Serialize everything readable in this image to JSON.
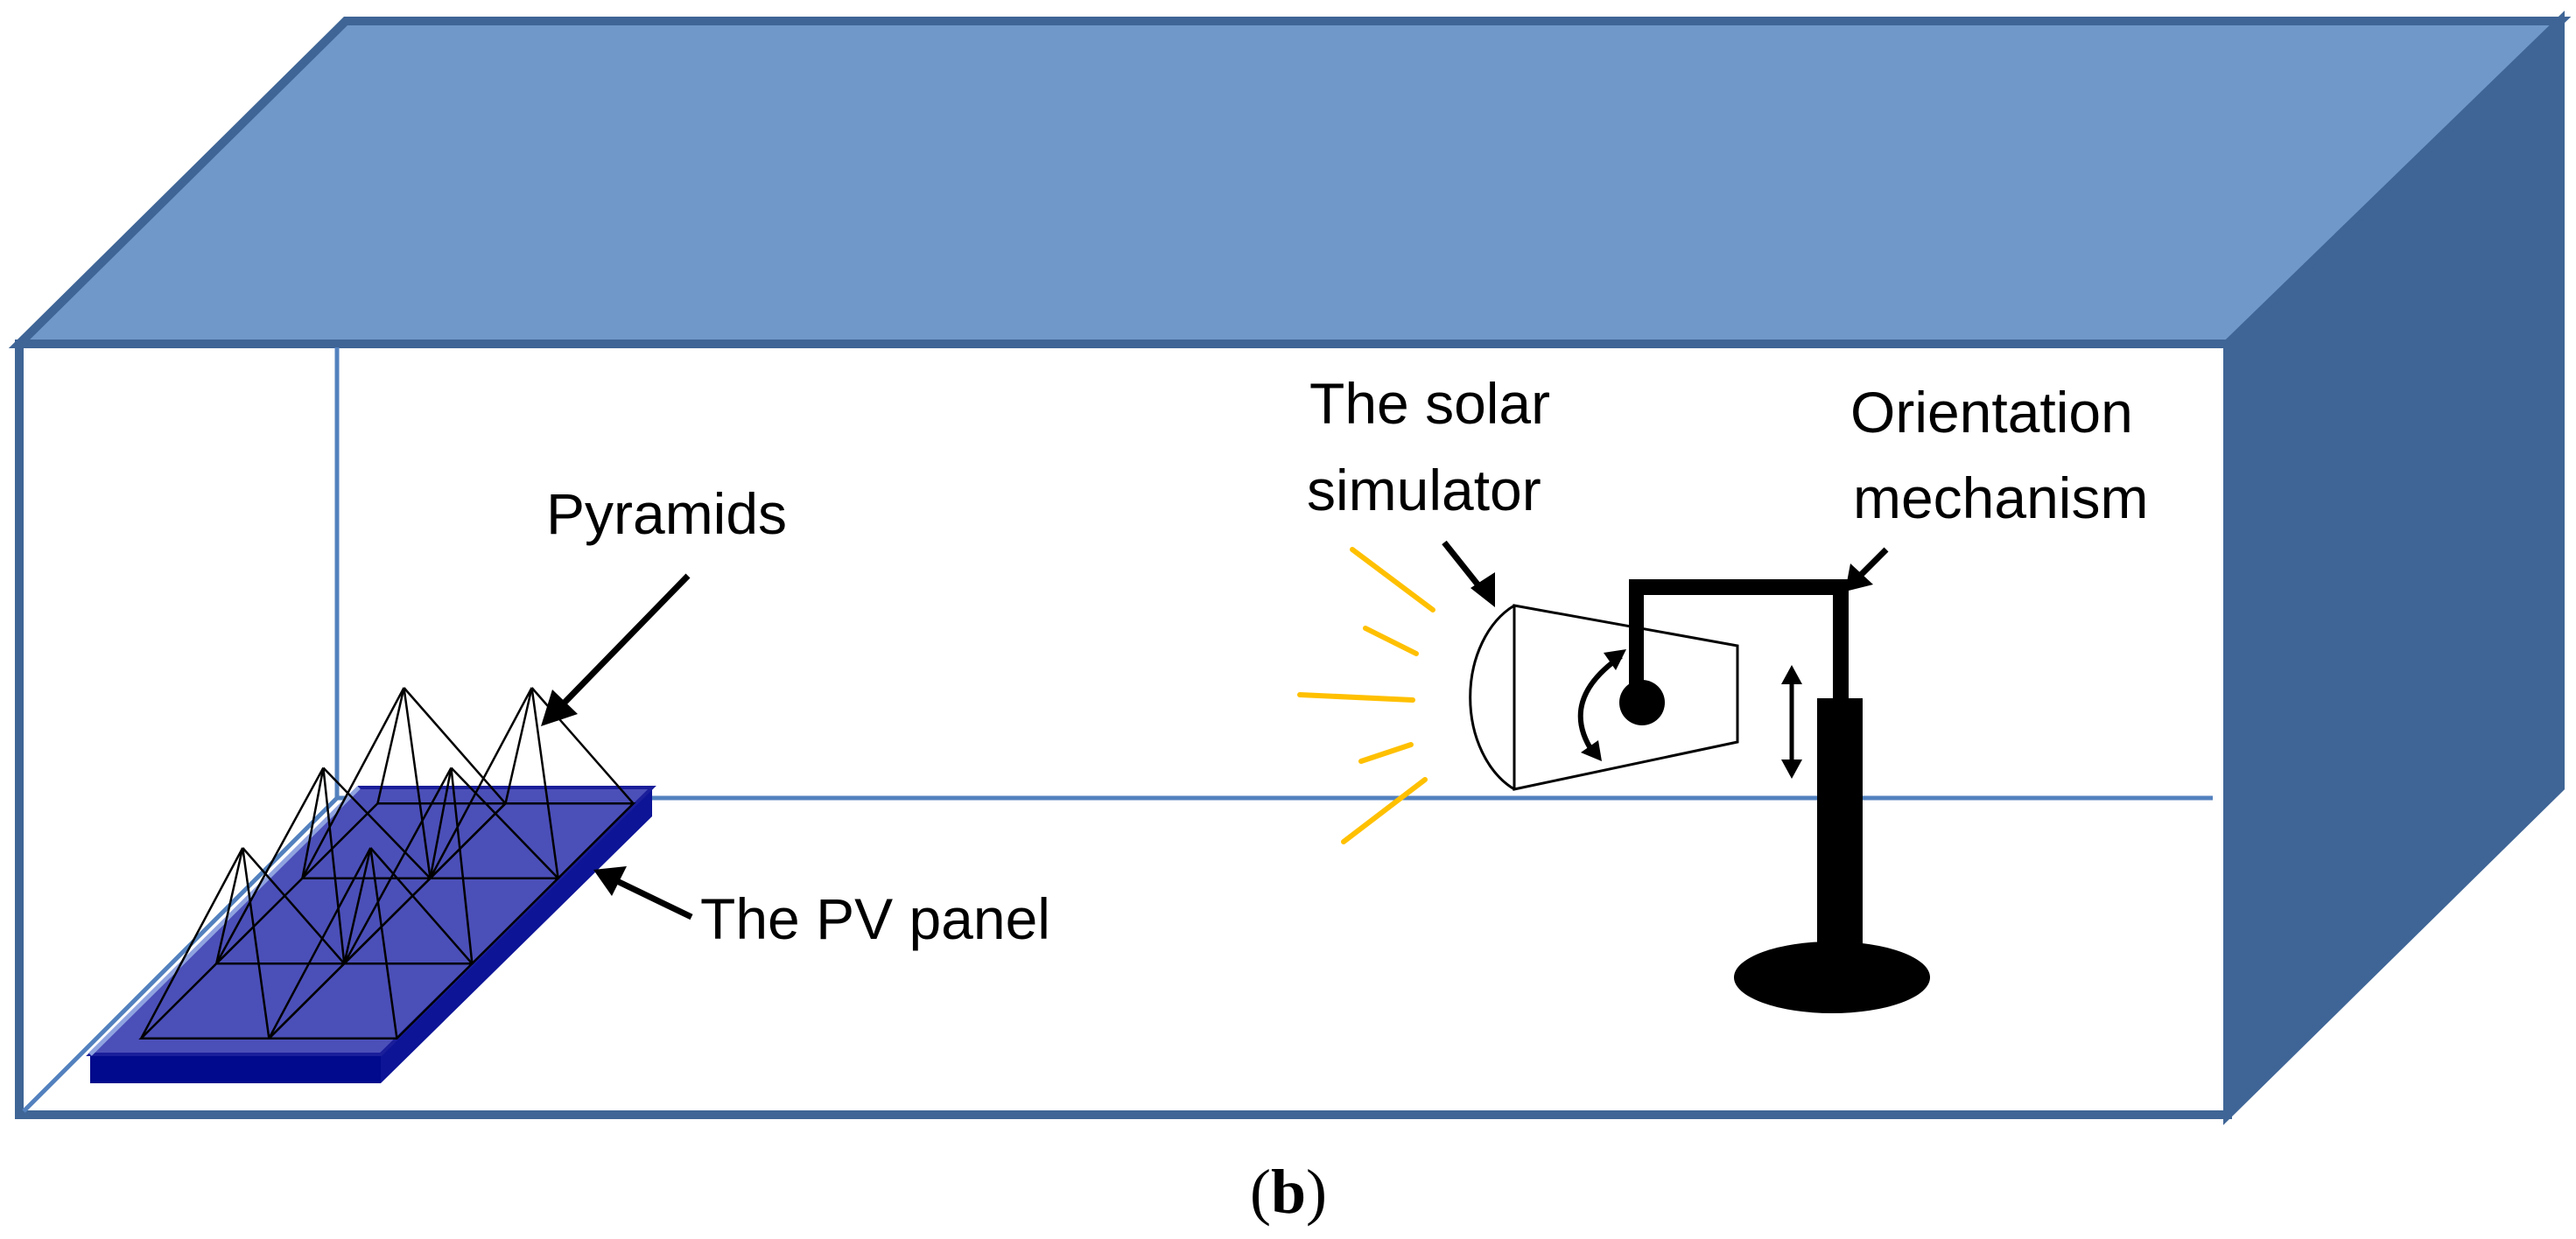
{
  "labels": {
    "pyramids": "Pyramids",
    "solar_simulator_line1": "The solar",
    "solar_simulator_line2": "simulator",
    "orientation_line1": "Orientation",
    "orientation_line2": "mechanism",
    "pv_panel": "The PV panel"
  },
  "caption": {
    "open": "(",
    "letter": "b",
    "close": ")"
  },
  "colors": {
    "box_top": "#7099CA",
    "box_side": "#3F6596",
    "box_line": "#5381BE",
    "panel_top": "#4B4FB8",
    "panel_edge": "#010A8C",
    "light_rays": "#FFC000",
    "mechanism": "#000000"
  }
}
